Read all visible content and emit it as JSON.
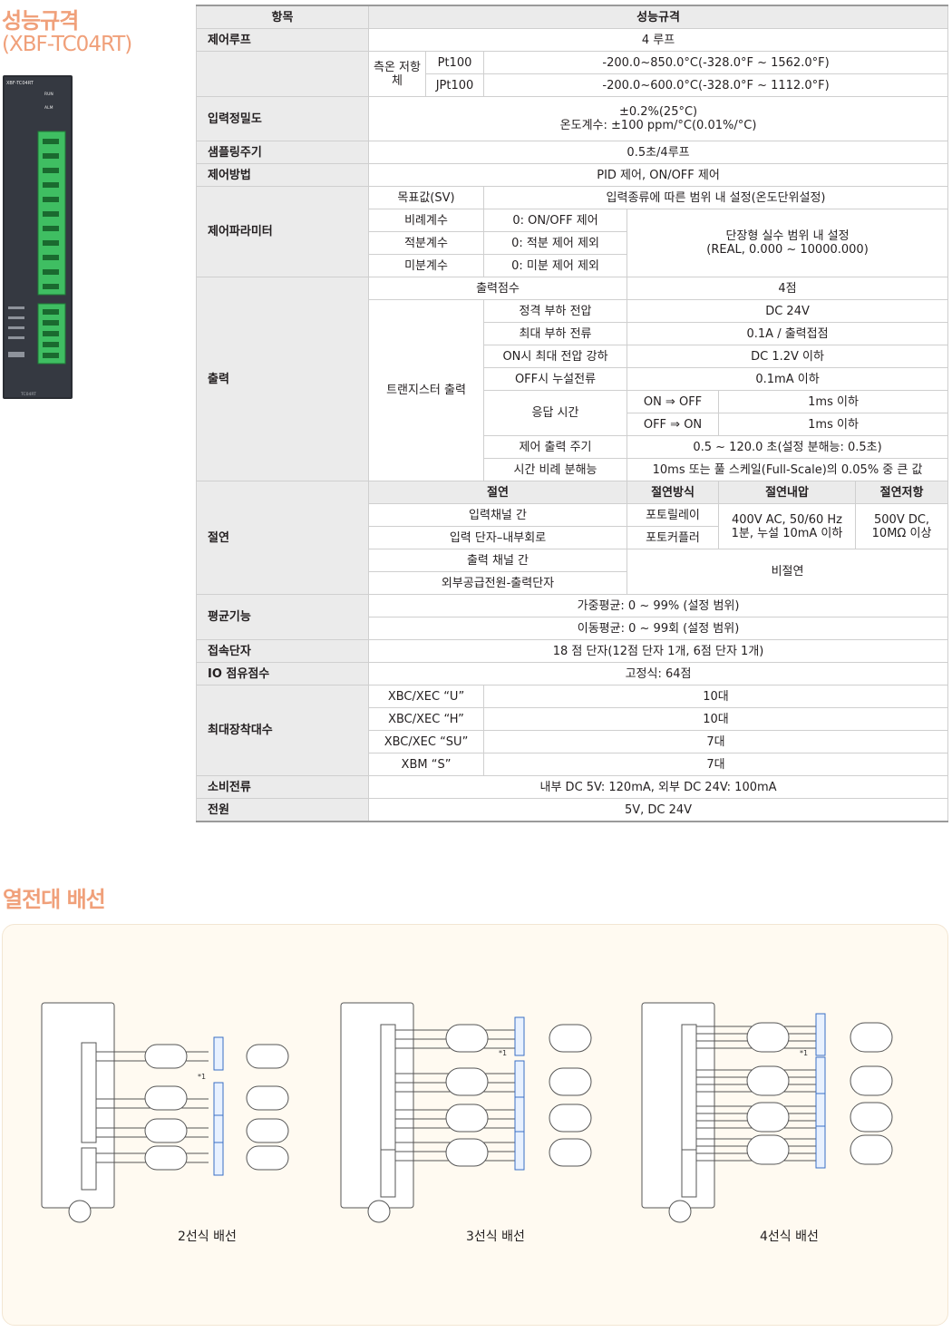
{
  "title": "성능규격",
  "model": "(XBF-TC04RT)",
  "product_image": {
    "model_label": "XBF-TC04RT",
    "run": "RUN",
    "alm": "ALM",
    "bottom": "TC04RT"
  },
  "spec": {
    "head_item": "항목",
    "head_spec": "성능규격",
    "r_control_loop": {
      "label": "제어루프",
      "value": "4 루프"
    },
    "r_rtd": {
      "label": "측온 저항체",
      "pt100": "Pt100",
      "pt100_range": "-200.0~850.0°C(-328.0°F ~ 1562.0°F)",
      "jpt100": "JPt100",
      "jpt100_range": "-200.0~600.0°C(-328.0°F ~ 1112.0°F)"
    },
    "r_accuracy": {
      "label": "입력정밀도",
      "line1": "±0.2%(25°C)",
      "line2": "온도계수: ±100 ppm/°C(0.01%/°C)"
    },
    "r_sampling": {
      "label": "샘플링주기",
      "value": "0.5초/4루프"
    },
    "r_method": {
      "label": "제어방법",
      "value": "PID 제어, ON/OFF 제어"
    },
    "r_param": {
      "label": "제어파라미터",
      "sv": "목표값(SV)",
      "sv_value": "입력종류에 따른 범위 내 설정(온도단위설정)",
      "p": "비례계수",
      "p_value": "0: ON/OFF 제어",
      "i": "적분계수",
      "i_value": "0: 적분 제어 제외",
      "d": "미분계수",
      "d_value": "0: 미분 제어 제외",
      "pid_range1": "단장형 실수 범위 내 설정",
      "pid_range2": "(REAL, 0.000 ~ 10000.000)"
    },
    "r_output": {
      "label": "출력",
      "points": "출력점수",
      "points_value": "4점",
      "tr": "트랜지스터 출력",
      "rated_v": "정격 부하 전압",
      "rated_v_value": "DC 24V",
      "max_i": "최대 부하 전류",
      "max_i_value": "0.1A / 출력접점",
      "drop": "ON시 최대 전압 강하",
      "drop_value": "DC 1.2V 이하",
      "leak": "OFF시 누설전류",
      "leak_value": "0.1mA 이하",
      "resp": "응답 시간",
      "on_off": "ON ⇒ OFF",
      "on_off_value": "1ms 이하",
      "off_on": "OFF ⇒ ON",
      "off_on_value": "1ms 이하",
      "cycle": "제어 출력 주기",
      "cycle_value": "0.5 ~ 120.0 초(설정 분해능: 0.5초)",
      "tp": "시간 비례 분해능",
      "tp_value": "10ms 또는 풀 스케일(Full-Scale)의 0.05% 중 큰 값"
    },
    "r_insulation": {
      "label": "절연",
      "h_ins": "절연",
      "h_method": "절연방식",
      "h_withstand": "절연내압",
      "h_resistance": "절연저항",
      "ch": "입력채널 간",
      "ch_method": "포토릴레이",
      "term": "입력 단자–내부회로",
      "term_method": "포토커플러",
      "withstand1": "400V AC, 50/60 Hz",
      "withstand2": "1분, 누설 10mA 이하",
      "resist1": "500V DC,",
      "resist2": "10MΩ 이상",
      "out_ch": "출력 채널 간",
      "ext": "외부공급전원-출력단자",
      "none": "비절연"
    },
    "r_avg": {
      "label": "평균기능",
      "weighted": "가중평균: 0 ~ 99% (설정 범위)",
      "moving": "이동평균: 0 ~ 99회 (설정 범위)"
    },
    "r_terminal": {
      "label": "접속단자",
      "value": "18 점 단자(12점 단자 1개, 6점 단자 1개)"
    },
    "r_io": {
      "label": "IO 점유점수",
      "value": "고정식: 64점"
    },
    "r_max": {
      "label": "최대장착대수",
      "u": "XBC/XEC “U”",
      "u_value": "10대",
      "h": "XBC/XEC “H”",
      "h_value": "10대",
      "su": "XBC/XEC “SU”",
      "su_value": "7대",
      "s": "XBM “S”",
      "s_value": "7대"
    },
    "r_current": {
      "label": "소비전류",
      "value": "내부 DC 5V: 120mA, 외부 DC 24V: 100mA"
    },
    "r_power": {
      "label": "전원",
      "value": "5V, DC 24V"
    }
  },
  "wiring": {
    "title": "열전대 배선",
    "note": "*1",
    "diagrams": [
      {
        "caption": "2선식 배선"
      },
      {
        "caption": "3선식 배선"
      },
      {
        "caption": "4선식 배선"
      }
    ]
  }
}
